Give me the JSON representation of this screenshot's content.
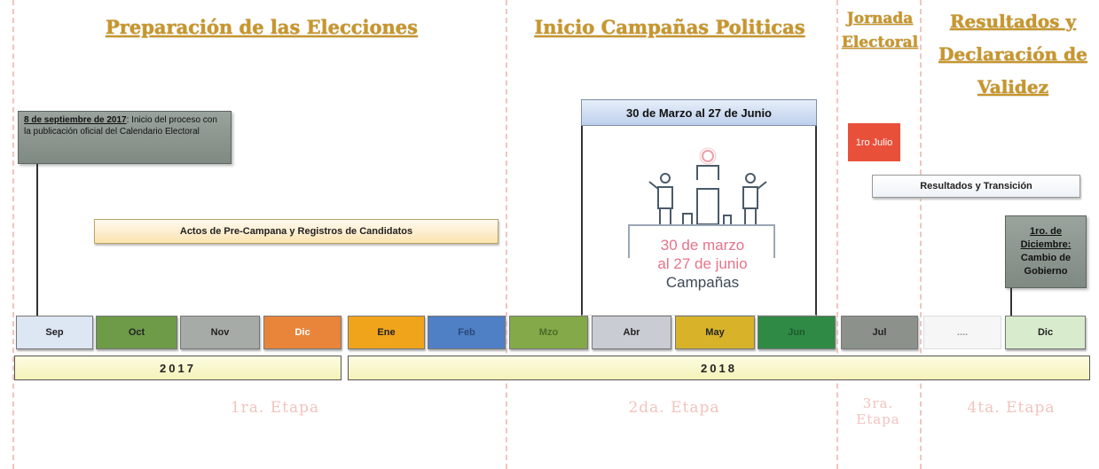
{
  "phases": [
    {
      "title": "Preparación de las Elecciones",
      "etapa": "1ra. Etapa"
    },
    {
      "title": "Inicio Campañas Politicas",
      "etapa": "2da. Etapa"
    },
    {
      "title": "Jornada Electoral",
      "etapa": "3ra. Etapa"
    },
    {
      "title": "Resultados y Declaración de Validez",
      "etapa": "4ta. Etapa"
    }
  ],
  "notes": {
    "start_bold": "8 de septiembre de 2017",
    "start_text": ": Inicio del proceso con la publicación oficial del Calendario Electoral",
    "precampana": "Actos de Pre-Campana y Registros de Candidatos",
    "campaign_range": "30 de Marzo al 27 de Junio",
    "campaign_logo_line1": "30 de marzo",
    "campaign_logo_line2": "al 27 de junio",
    "campaign_logo_line3": "Campañas",
    "jornada_date": "1ro Julio",
    "resultados": "Resultados y Transición",
    "cambio_bold": "1ro. de Diciembre:",
    "cambio_text": "Cambio de Gobierno"
  },
  "months": [
    {
      "label": "Sep",
      "color": "#dde6f3"
    },
    {
      "label": "Oct",
      "color": "#6d9b48"
    },
    {
      "label": "Nov",
      "color": "#a7aba8"
    },
    {
      "label": "Dic",
      "color": "#e9853a"
    },
    {
      "label": "Ene",
      "color": "#f0a41c"
    },
    {
      "label": "Feb",
      "color": "#4f7fc4"
    },
    {
      "label": "Mzo",
      "color": "#84a948"
    },
    {
      "label": "Abr",
      "color": "#c9ccd2"
    },
    {
      "label": "May",
      "color": "#d8b32a"
    },
    {
      "label": "Jun",
      "color": "#2f8a45"
    },
    {
      "label": "Jul",
      "color": "#8c918c"
    },
    {
      "label": "....",
      "color": "#f6f6f6"
    },
    {
      "label": "Dic",
      "color": "#d8eccd"
    }
  ],
  "years": {
    "y2017": "2017",
    "y2018": "2018"
  },
  "colors": {
    "title": "#c9962a",
    "etapa": "#f2c3bd",
    "campaign_pink": "#e8738a",
    "jornada_red": "#e8503a"
  }
}
